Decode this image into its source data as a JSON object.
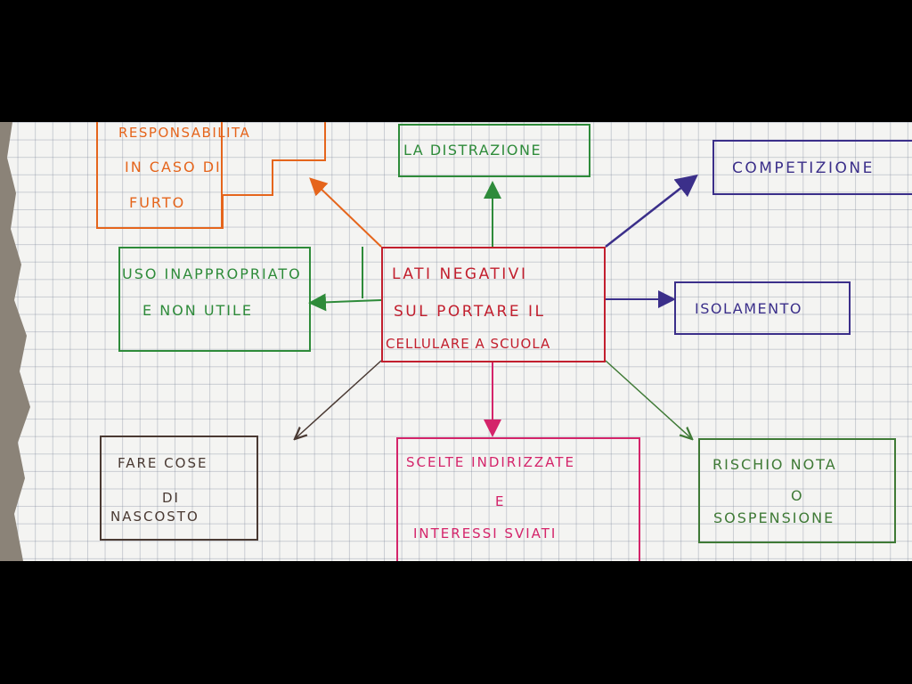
{
  "center": {
    "lines": [
      "LATI NEGATIVI",
      "SUL PORTARE IL",
      "CELLULARE A SCUOLA"
    ]
  },
  "branches": {
    "responsabilita": {
      "lines": [
        "RESPONSABILITA",
        "IN CASO DI",
        "FURTO"
      ]
    },
    "distrazione": {
      "lines": [
        "LA DISTRAZIONE"
      ]
    },
    "competizione": {
      "lines": [
        "COMPETIZIONE"
      ]
    },
    "uso": {
      "lines": [
        "USO INAPPROPRIATO",
        "E NON UTILE"
      ]
    },
    "isolamento": {
      "lines": [
        "ISOLAMENTO"
      ]
    },
    "nascosto": {
      "lines": [
        "FARE COSE",
        "DI",
        "NASCOSTO"
      ]
    },
    "scelte": {
      "lines": [
        "SCELTE INDIRIZZATE",
        "E",
        "INTERESSI SVIATI"
      ]
    },
    "rischio": {
      "lines": [
        "RISCHIO NOTA",
        "O",
        "SOSPENSIONE"
      ]
    }
  },
  "colors": {
    "background": "#000000",
    "paper": "#f4f4f2",
    "grid": "#8a92a6",
    "red": "#c21f2e",
    "orange": "#e5651c",
    "green": "#2e8b3a",
    "indigo": "#3b2f8a",
    "magenta": "#d4246a",
    "brown": "#4a3a33",
    "darkgreen": "#3f7a36"
  }
}
